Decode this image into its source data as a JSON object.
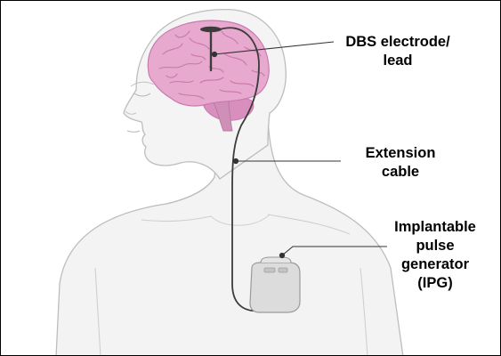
{
  "labels": {
    "dbs_electrode": [
      "DBS electrode/",
      "lead"
    ],
    "extension_cable": [
      "Extension",
      "cable"
    ],
    "ipg": [
      "Implantable",
      "pulse",
      "generator",
      "(IPG)"
    ]
  },
  "colors": {
    "background": "#ffffff",
    "body_fill": "#f3f3f3",
    "body_outline": "#bdbdbd",
    "brain": "#e8a9cf",
    "brain_folds": "#c97bae",
    "cerebellum": "#d88fbd",
    "lead_wire": "#3c3c3c",
    "ipg_fill": "#dcdcdc",
    "leader_line": "#333333",
    "text": "#000000",
    "frame": "#000000"
  }
}
